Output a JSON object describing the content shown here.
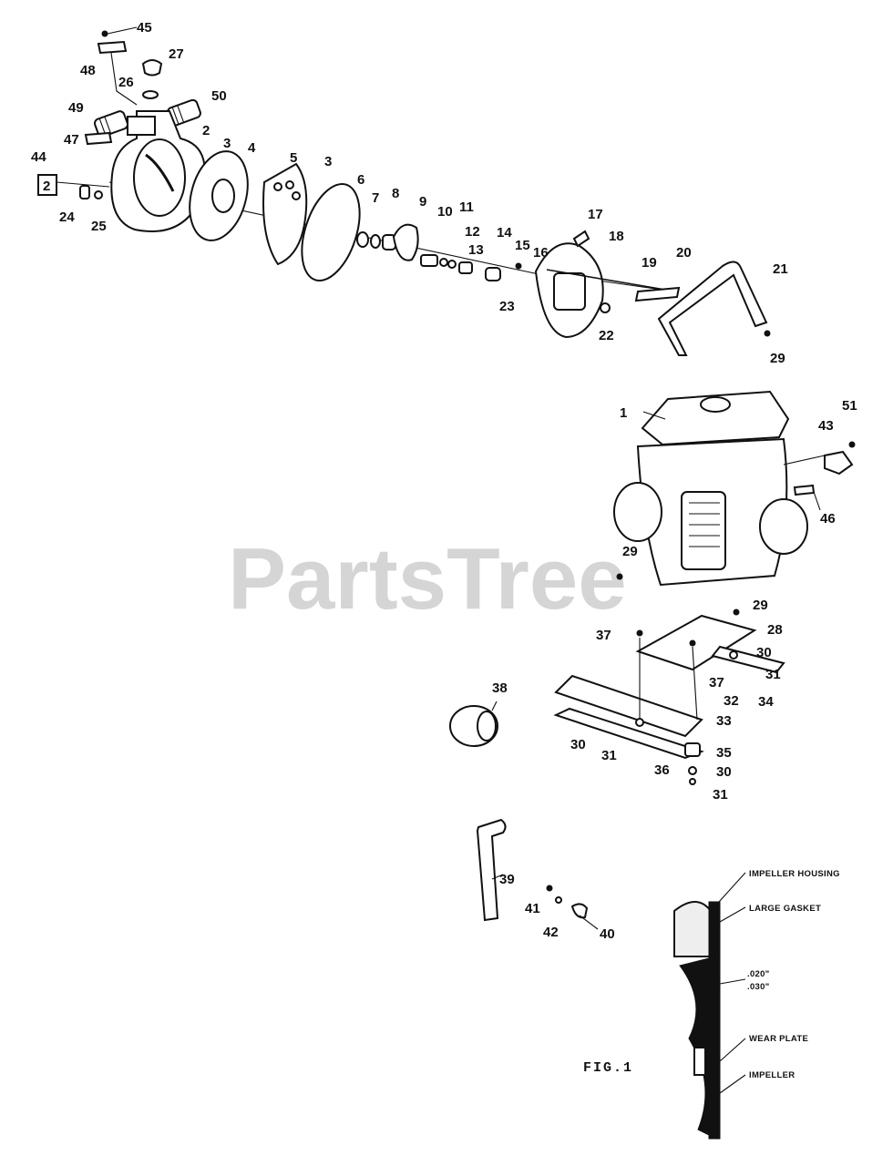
{
  "watermark": "PartsTree",
  "figure": {
    "caption": "FIG.1",
    "notes": {
      "impeller_housing": "IMPELLER HOUSING",
      "large_gasket": "LARGE GASKET",
      "clearance_min": ".020\"",
      "clearance_max": ".030\"",
      "wear_plate": "WEAR PLATE",
      "impeller": "IMPELLER"
    }
  },
  "callouts": {
    "c45": "45",
    "c48": "48",
    "c27": "27",
    "c26": "26",
    "c50": "50",
    "c49": "49",
    "c2": "2",
    "c3a": "3",
    "c4": "4",
    "c5": "5",
    "c3b": "3",
    "c47": "47",
    "c44": "44",
    "c24": "24",
    "c25": "25",
    "c6": "6",
    "c7": "7",
    "c8": "8",
    "c9": "9",
    "c10": "10",
    "c11": "11",
    "c12": "12",
    "c13": "13",
    "c14": "14",
    "c15": "15",
    "c16": "16",
    "c17": "17",
    "c18": "18",
    "c19": "19",
    "c20": "20",
    "c21": "21",
    "c22": "22",
    "c23": "23",
    "c29a": "29",
    "c1": "1",
    "c51": "51",
    "c43": "43",
    "c46": "46",
    "c29b": "29",
    "c29c": "29",
    "c28": "28",
    "c37a": "37",
    "c30a": "30",
    "c31a": "31",
    "c37b": "37",
    "c32": "32",
    "c34": "34",
    "c38": "38",
    "c33": "33",
    "c30b": "30",
    "c31b": "31",
    "c35": "35",
    "c36": "36",
    "c30c": "30",
    "c31c": "31",
    "c39": "39",
    "c41": "41",
    "c42": "42",
    "c40": "40"
  },
  "decal_text": "2"
}
